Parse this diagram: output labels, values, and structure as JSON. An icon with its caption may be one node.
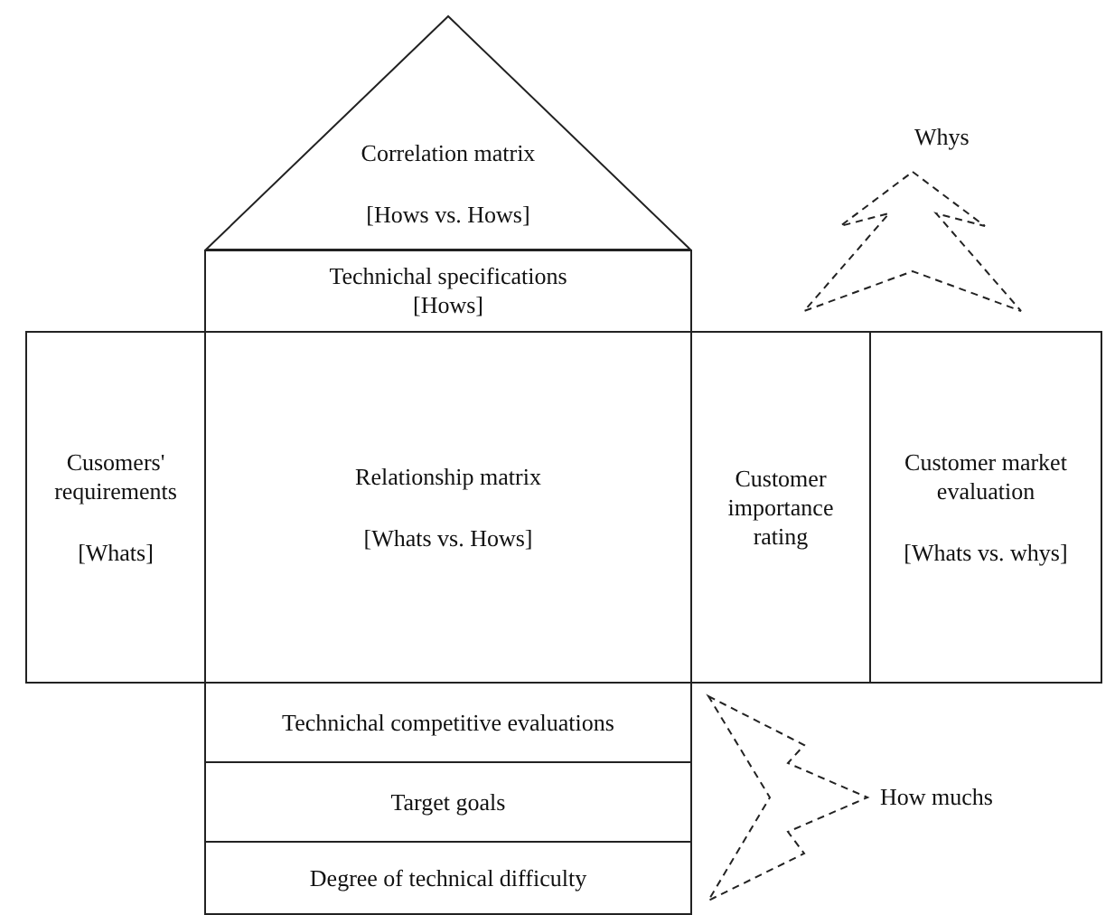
{
  "diagram": {
    "nodes": [
      {
        "text": [
          "Correlation matrix",
          "[Hows vs. Hows]"
        ]
      },
      {
        "text": [
          "Technichal specifications",
          "[Hows]"
        ]
      },
      {
        "text": [
          "Cusomers' requirements",
          "[Whats]"
        ]
      },
      {
        "text": [
          "Relationship matrix",
          "[Whats vs. Hows]"
        ]
      },
      {
        "text": [
          "Customer importance rating"
        ]
      },
      {
        "text": [
          "Customer market evaluation",
          "[Whats vs. whys]"
        ]
      },
      {
        "text": [
          "Technichal competitive evaluations"
        ]
      },
      {
        "text": [
          "Target goals"
        ]
      },
      {
        "text": [
          "Degree of technical difficulty"
        ]
      }
    ],
    "labels": [
      "Whys",
      "How muchs"
    ]
  }
}
